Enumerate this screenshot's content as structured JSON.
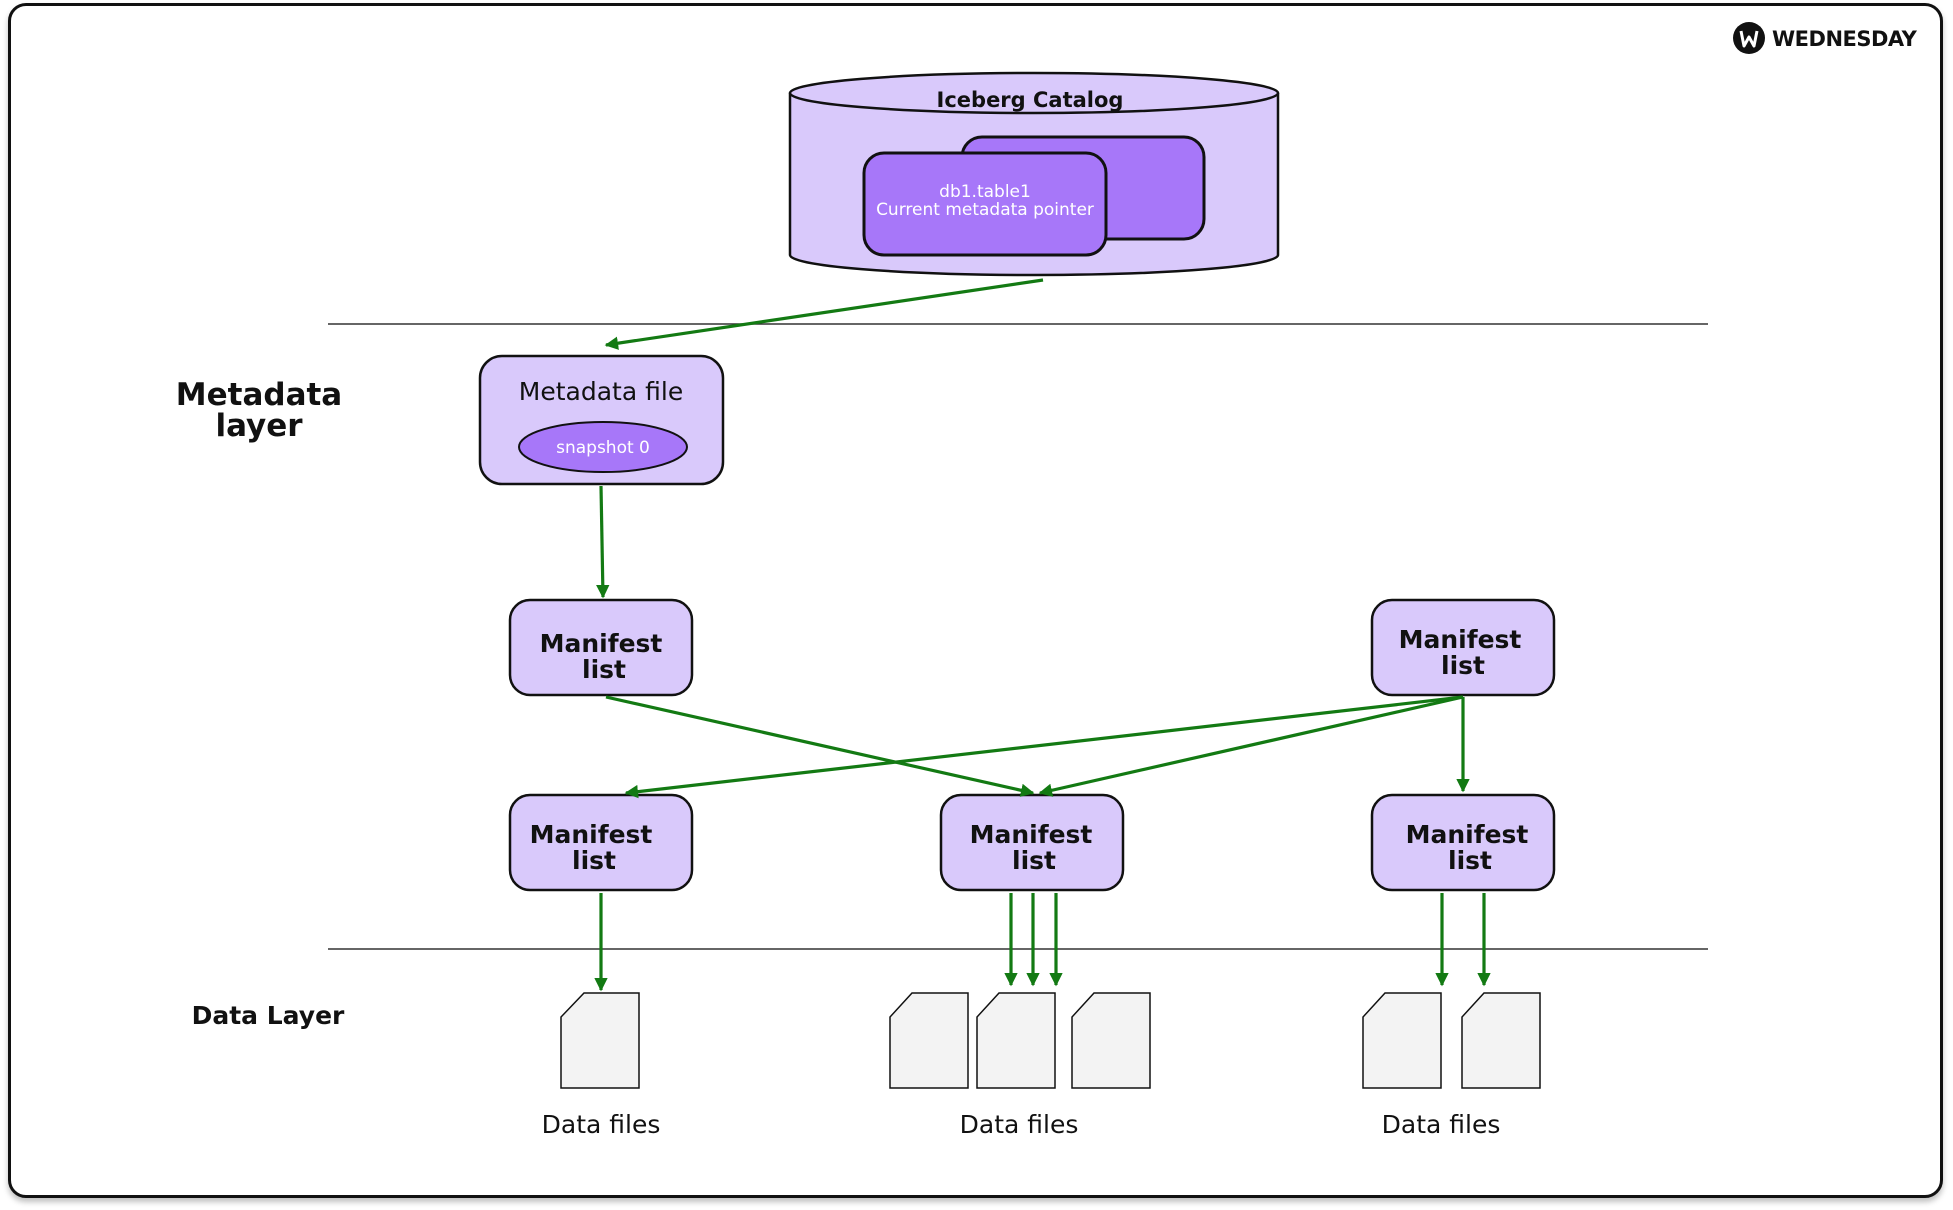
{
  "brand": {
    "name": "WEDNESDAY",
    "icon": "wednesday-logo-icon"
  },
  "catalog": {
    "title": "Iceberg Catalog",
    "pointer_line1": "db1.table1",
    "pointer_line2": "Current metadata pointer"
  },
  "layers": {
    "metadata_line1": "Metadata",
    "metadata_line2": "layer",
    "data": "Data Layer"
  },
  "metadata_file": {
    "title": "Metadata file",
    "snapshot": "snapshot 0"
  },
  "manifest_list_top_left": {
    "line1": "Manifest",
    "line2": "list"
  },
  "manifest_list_top_right": {
    "line1": "Manifest",
    "line2": "list"
  },
  "manifest_list_bottom_left": {
    "line1": "Manifest",
    "line2": "list"
  },
  "manifest_list_bottom_middle": {
    "line1": "Manifest",
    "line2": "list"
  },
  "manifest_list_bottom_right": {
    "line1": "Manifest",
    "line2": "list"
  },
  "data_files": {
    "left_label": "Data files",
    "middle_label": "Data files",
    "right_label": "Data files"
  },
  "colors": {
    "box_fill": "#d9c9fb",
    "accent_fill": "#a777f9",
    "arrow": "#137a13",
    "doc_fill": "#f3f3f3"
  }
}
